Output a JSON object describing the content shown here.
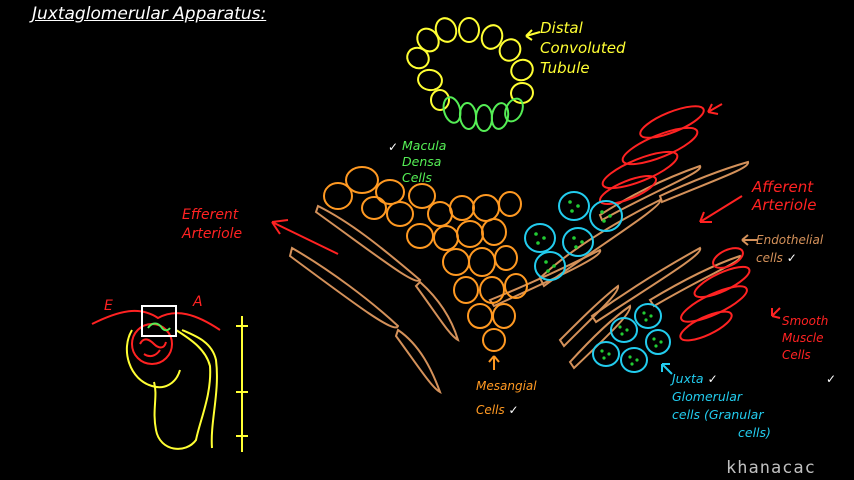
{
  "title": "Juxtaglomerular Apparatus:",
  "labels": {
    "distal": [
      "Distal",
      "Convoluted",
      "Tubule"
    ],
    "macula": [
      "Macula",
      "Densa",
      "Cells"
    ],
    "efferent": [
      "Efferent",
      "Arteriole"
    ],
    "afferent": [
      "Afferent",
      "Arteriole"
    ],
    "endothelial": [
      "Endothelial",
      "cells"
    ],
    "smooth": [
      "Smooth",
      "Muscle",
      "Cells"
    ],
    "mesangial": [
      "Mesangial",
      "Cells"
    ],
    "jga": [
      "Juxta",
      "Glomerular",
      "cells (Granular",
      "cells)"
    ],
    "small_e": "E",
    "small_a": "A"
  },
  "check_mark": "✓",
  "watermark": "khanacac",
  "colors": {
    "background": "#000000",
    "title": "#ffffff",
    "tubule": "#ffff33",
    "macula": "#55ee55",
    "arteriole": "#ff2222",
    "endothelial": "#d4915a",
    "mesangial": "#ff9922",
    "granular": "#22ccee",
    "box": "#ffffff"
  },
  "icons": [
    "check-icon",
    "arrow-icon"
  ]
}
